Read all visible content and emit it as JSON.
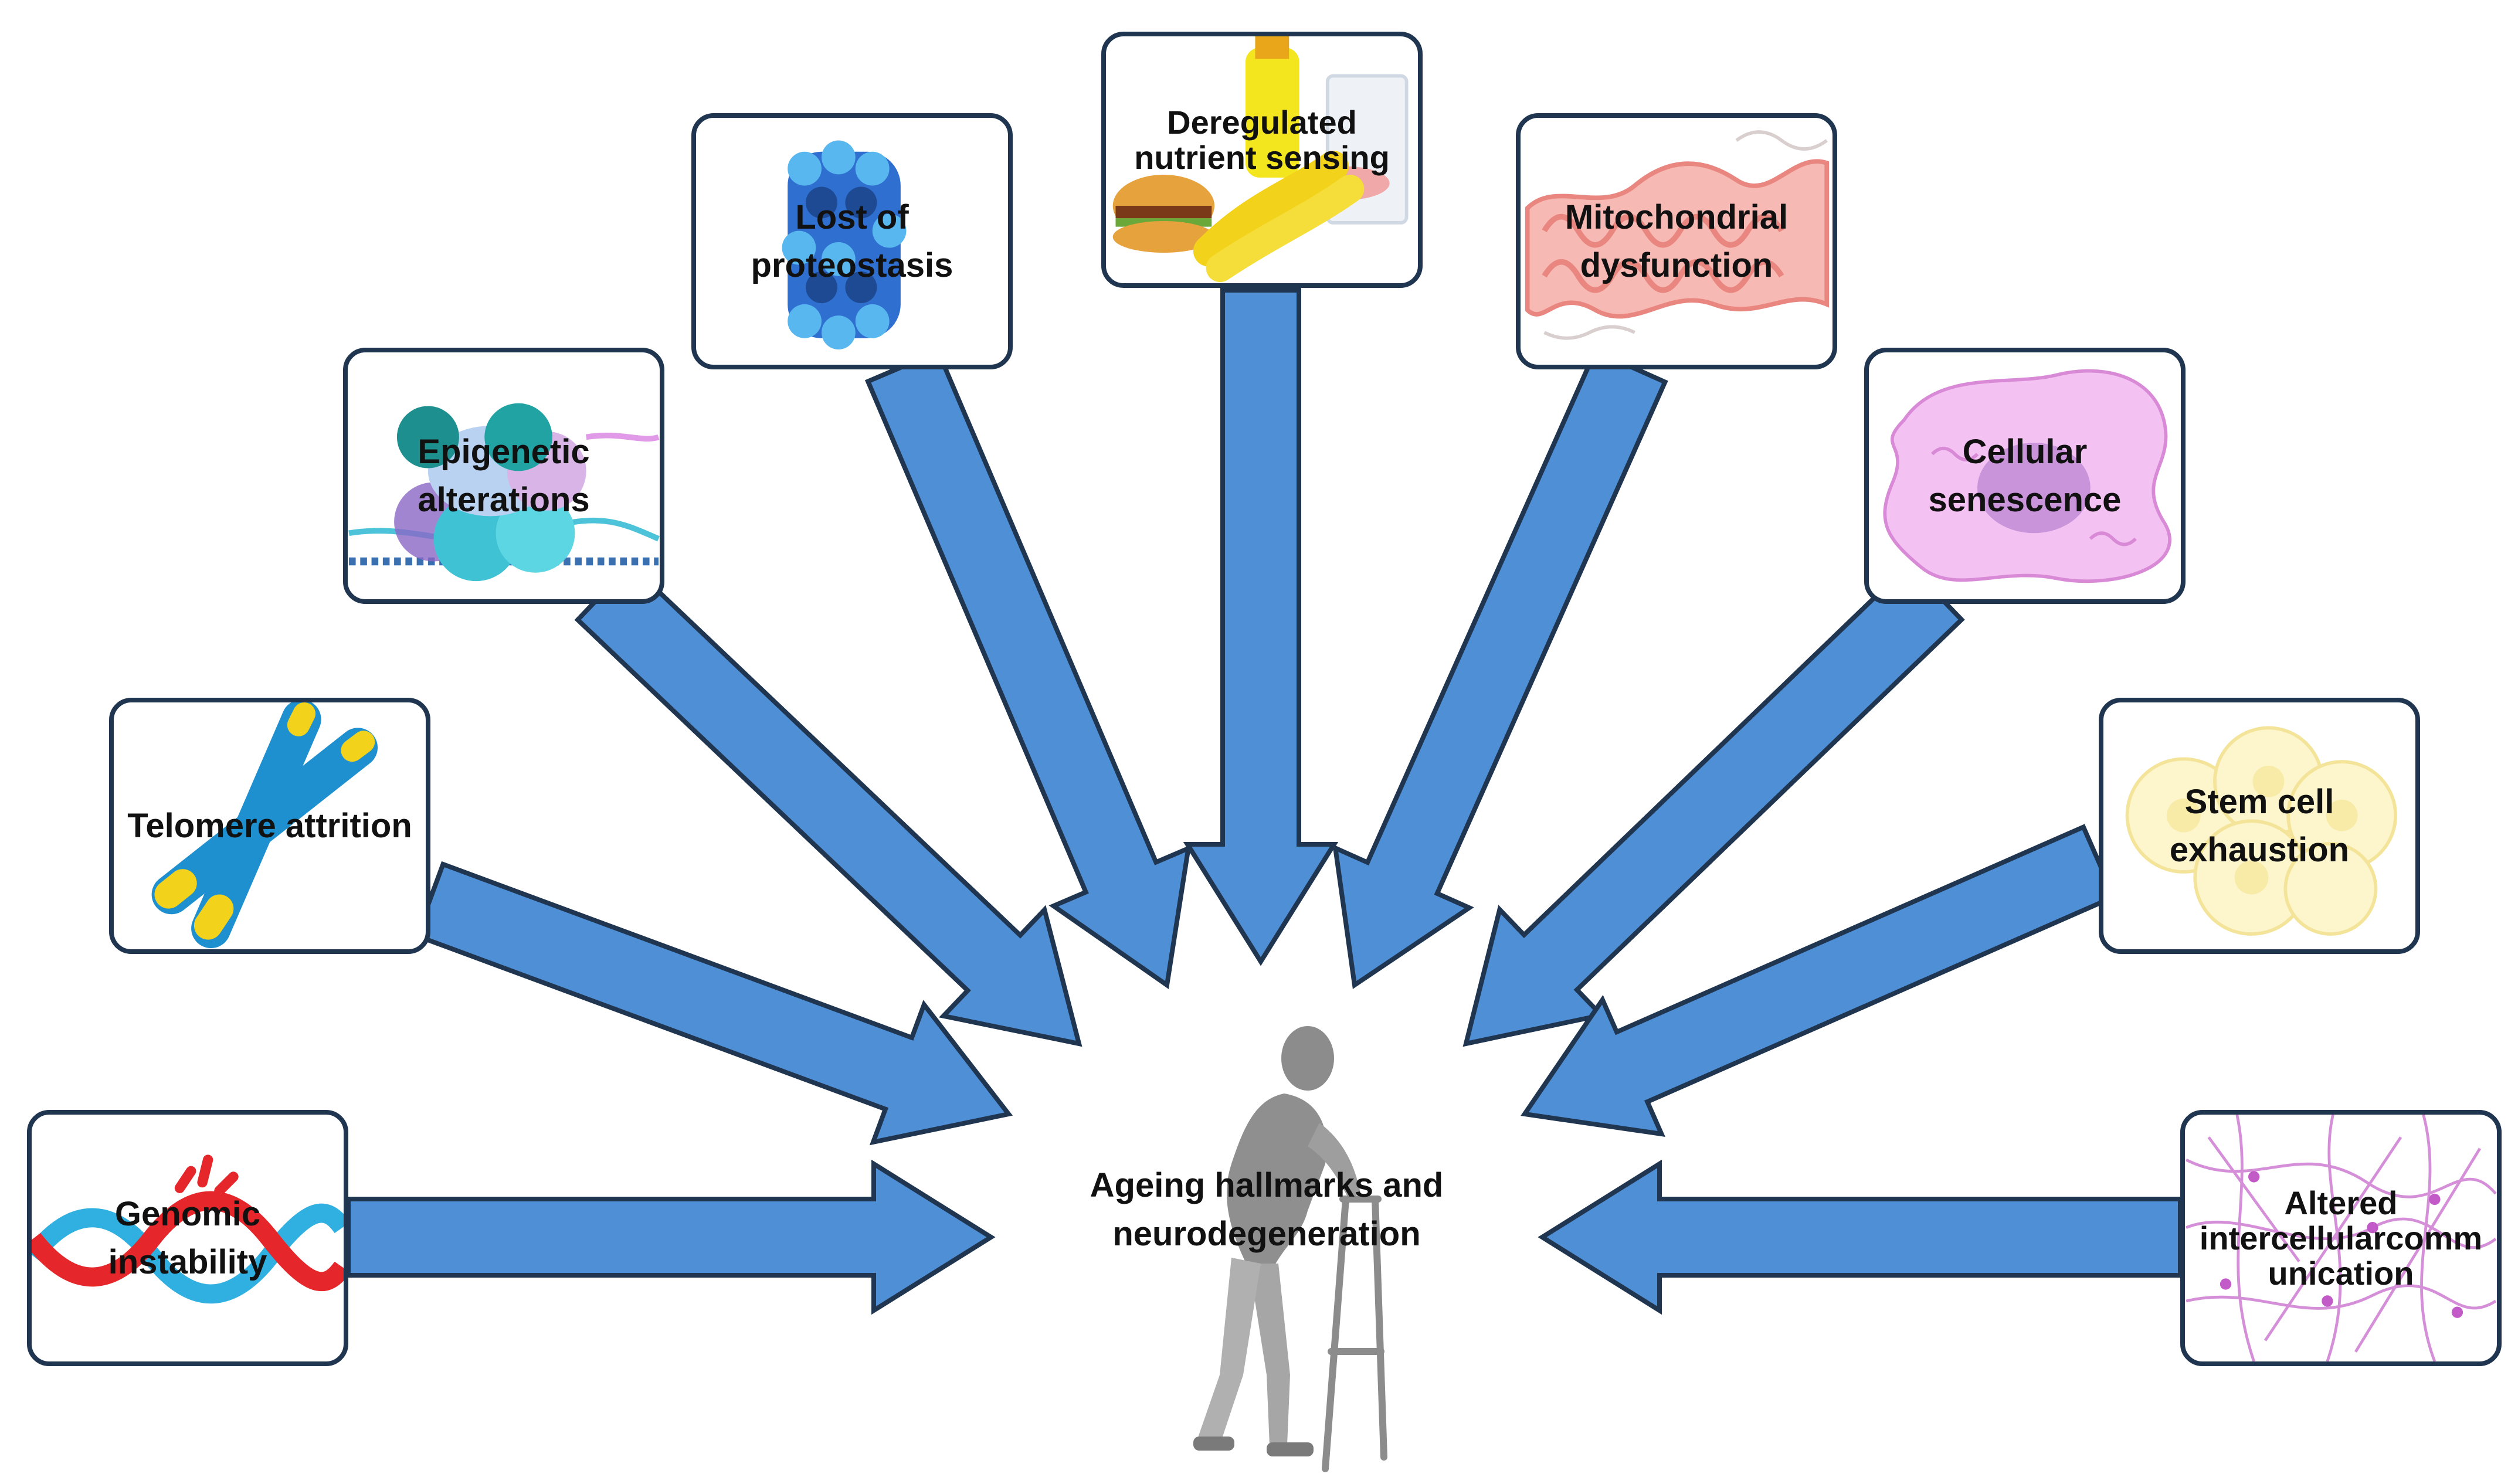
{
  "diagram": {
    "center_label": "Ageing hallmarks and neurodegeneration",
    "hallmarks": [
      {
        "id": "genomic",
        "label": "Genomic instability"
      },
      {
        "id": "telomere",
        "label": "Telomere attrition"
      },
      {
        "id": "epigenetic",
        "label": "Epigenetic alterations"
      },
      {
        "id": "proteostasis",
        "label": "Lost of proteostasis"
      },
      {
        "id": "nutrient",
        "label": "Deregulated nutrient sensing"
      },
      {
        "id": "mitochondrial",
        "label": "Mitochondrial dysfunction"
      },
      {
        "id": "senescence",
        "label": "Cellular senescence"
      },
      {
        "id": "stemcell",
        "label": "Stem cell exhaustion"
      },
      {
        "id": "intercellular",
        "label": "Altered intercellularcomm unication"
      }
    ]
  },
  "colors": {
    "arrow_fill": "#4f8fd6",
    "arrow_stroke": "#1f3550",
    "box_border": "#1f3550"
  },
  "icons": {
    "genomic": "dna-helix-icon",
    "telomere": "chromosome-icon",
    "epigenetic": "nucleosome-icon",
    "proteostasis": "proteasome-icon",
    "nutrient": "food-icon",
    "mitochondrial": "mitochondrion-icon",
    "senescence": "senescent-cell-icon",
    "stemcell": "stem-cells-icon",
    "intercellular": "neuron-network-icon",
    "center": "elderly-person-walker-icon"
  }
}
